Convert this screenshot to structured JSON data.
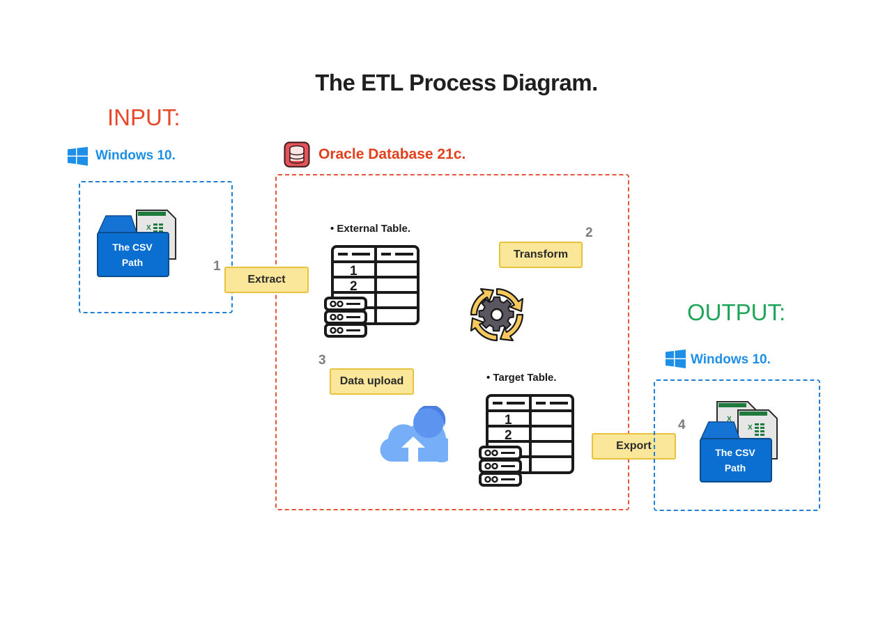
{
  "title": "The ETL Process Diagram.",
  "input": {
    "heading": "INPUT:",
    "os_label": "Windows 10.",
    "folder_line1": "The CSV",
    "folder_line2": "Path"
  },
  "oracle": {
    "label": "Oracle Database 21c.",
    "external_table_label": "External Table.",
    "target_table_label": "Target Table."
  },
  "output": {
    "heading": "OUTPUT:",
    "os_label": "Windows 10.",
    "folder_line1": "The CSV",
    "folder_line2": "Path"
  },
  "steps": [
    {
      "number": "1",
      "label": "Extract"
    },
    {
      "number": "2",
      "label": "Transform"
    },
    {
      "number": "3",
      "label": "Data upload"
    },
    {
      "number": "4",
      "label": "Export"
    }
  ],
  "table_rows": [
    "1",
    "2"
  ],
  "colors": {
    "input_heading": "#e5492a",
    "output_heading": "#1fa557",
    "windows_blue": "#1e8fe6",
    "oracle_red": "#e2401c",
    "tag_fill": "#fbe79a",
    "folder_blue": "#0b6fd1"
  },
  "icons": [
    "windows-logo-icon",
    "oracle-database-icon",
    "csv-folder-icon",
    "excel-sheet-icon",
    "table-icon",
    "server-icon",
    "gears-cycle-icon",
    "cloud-upload-icon"
  ]
}
